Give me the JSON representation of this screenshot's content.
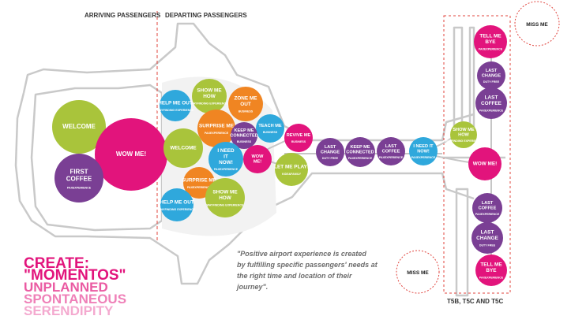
{
  "headers": {
    "arriving": "ARRIVING PASSENGERS",
    "departing": "DEPARTING PASSENGERS",
    "terminals": "T5B, T5C AND T5C"
  },
  "colors": {
    "green": "#a9c43b",
    "pink": "#e2147c",
    "purple": "#7a3f94",
    "orange": "#f08522",
    "blue": "#2fa8dc",
    "create": "#e2147c",
    "path": "#c8c8c8",
    "dashed": "#e0443e"
  },
  "nodes": [
    {
      "label": [
        "WELCOME"
      ],
      "sub": "",
      "color": "green"
    },
    {
      "label": [
        "WOW ME!"
      ],
      "sub": "",
      "color": "pink"
    },
    {
      "label": [
        "FIRST",
        "COFFEE"
      ],
      "sub": "PAXEXPERIENCE",
      "color": "purple"
    },
    {
      "label": [
        "HELP ME OUT"
      ],
      "sub": "WAYFINDING EXPERIENCE",
      "color": "blue"
    },
    {
      "label": [
        "SHOW ME",
        "HOW"
      ],
      "sub": "WAYFINDING EXPERIENCE",
      "color": "green"
    },
    {
      "label": [
        "ZONE ME",
        "OUT"
      ],
      "sub": "BUSINESS",
      "color": "orange"
    },
    {
      "label": [
        "SURPRISE ME"
      ],
      "sub": "PAXEXPERIENCE",
      "color": "orange"
    },
    {
      "label": [
        "TEACH ME"
      ],
      "sub": "BUSINESS",
      "color": "blue"
    },
    {
      "label": [
        "KEEP ME",
        "CONNECTED"
      ],
      "sub": "BUSINESS",
      "color": "purple"
    },
    {
      "label": [
        "WELCOME"
      ],
      "sub": "",
      "color": "green"
    },
    {
      "label": [
        "I NEED",
        "IT",
        "NOW!"
      ],
      "sub": "PAXEXPERIENCE",
      "color": "blue"
    },
    {
      "label": [
        "WOW",
        "ME!"
      ],
      "sub": "",
      "color": "pink"
    },
    {
      "label": [
        "REVIVE ME"
      ],
      "sub": "BUSINESS",
      "color": "pink"
    },
    {
      "label": [
        "LET ME PLAY!"
      ],
      "sub": "KIDS&FAMILY",
      "color": "green"
    },
    {
      "label": [
        "SURPRISE ME"
      ],
      "sub": "PAXEXPERIENCE",
      "color": "orange"
    },
    {
      "label": [
        "SHOW ME",
        "HOW"
      ],
      "sub": "WAYFINDING EXPERIENCE",
      "color": "green"
    },
    {
      "label": [
        "HELP ME OUT"
      ],
      "sub": "WAYFINDING EXPERIENCE",
      "color": "blue"
    },
    {
      "label": [
        "LAST",
        "CHANGE"
      ],
      "sub": "DUTY FREE",
      "color": "purple"
    },
    {
      "label": [
        "KEEP ME",
        "CONNECTED"
      ],
      "sub": "PAXEXPERIENCE",
      "color": "purple"
    },
    {
      "label": [
        "LAST",
        "COFFEE"
      ],
      "sub": "PAXEXPERIENCE",
      "color": "purple"
    },
    {
      "label": [
        "I NEED IT",
        "NOW!"
      ],
      "sub": "PAXEXPERIENCE",
      "color": "blue"
    },
    {
      "label": [
        "SHOW ME",
        "HOW"
      ],
      "sub": "WAYFINDING EXPERIENCE",
      "color": "green"
    },
    {
      "label": [
        "WOW ME!"
      ],
      "sub": "",
      "color": "pink"
    },
    {
      "label": [
        "TELL ME",
        "BYE"
      ],
      "sub": "PAXEXPERIENCE",
      "color": "pink"
    },
    {
      "label": [
        "LAST",
        "CHANGE"
      ],
      "sub": "DUTY FREE",
      "color": "purple"
    },
    {
      "label": [
        "LAST",
        "COFFEE"
      ],
      "sub": "PAXEXPERIENCE",
      "color": "purple"
    },
    {
      "label": [
        "LAST",
        "COFFEE"
      ],
      "sub": "PAXEXPERIENCE",
      "color": "purple"
    },
    {
      "label": [
        "LAST",
        "CHANGE"
      ],
      "sub": "DUTY FREE",
      "color": "purple"
    },
    {
      "label": [
        "TELL ME",
        "BYE"
      ],
      "sub": "PAXEXPERIENCE",
      "color": "pink"
    }
  ],
  "miss_me": [
    "MISS ME",
    "MISS ME"
  ],
  "quote": [
    "\"Positive airport experience is created",
    "by fulfilling specific passengers' needs at",
    "the right time and location of their",
    "journey\"."
  ],
  "create": [
    {
      "text": "CREATE:",
      "color": "#e2147c"
    },
    {
      "text": "\"MOMENTOS\"",
      "color": "#e2147c"
    },
    {
      "text": "UNPLANNED",
      "color": "#ea5aa2"
    },
    {
      "text": "SPONTANEOUS",
      "color": "#ef80b8"
    },
    {
      "text": "SERENDIPITY",
      "color": "#f4a9cf"
    }
  ]
}
